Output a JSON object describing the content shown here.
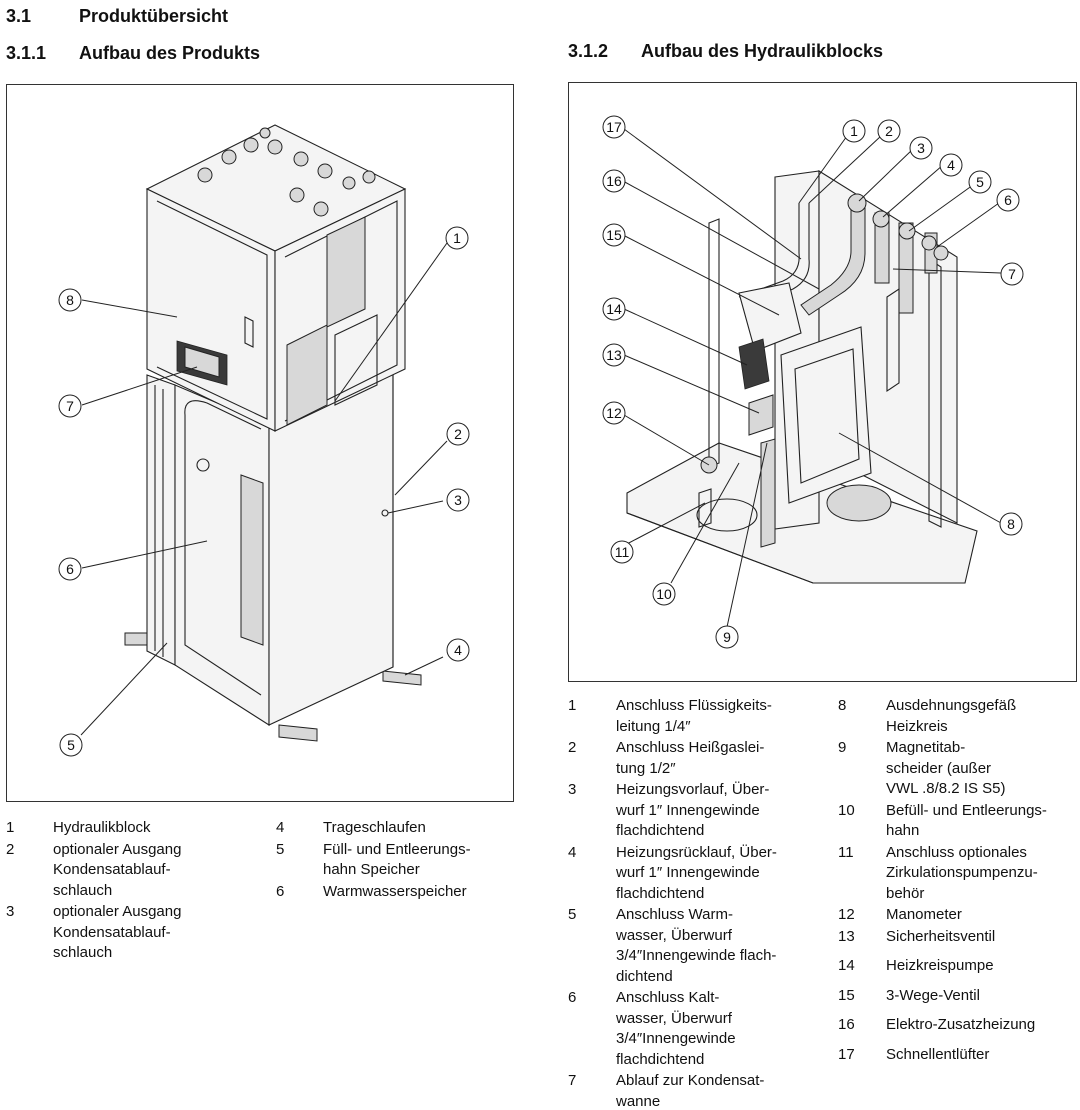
{
  "headings": {
    "h31": {
      "num": "3.1",
      "text": "Produktübersicht"
    },
    "h311": {
      "num": "3.1.1",
      "text": "Aufbau des Produkts"
    },
    "h312": {
      "num": "3.1.2",
      "text": "Aufbau des Hydraulikblocks"
    }
  },
  "figure_left": {
    "callouts": [
      "1",
      "2",
      "3",
      "4",
      "5",
      "6",
      "7",
      "8"
    ]
  },
  "figure_right": {
    "callouts": [
      "1",
      "2",
      "3",
      "4",
      "5",
      "6",
      "7",
      "8",
      "9",
      "10",
      "11",
      "12",
      "13",
      "14",
      "15",
      "16",
      "17"
    ]
  },
  "legend_left": [
    {
      "n": "1",
      "lines": [
        "Hydraulikblock"
      ]
    },
    {
      "n": "2",
      "lines": [
        "optionaler Ausgang",
        "Kondensatablauf-",
        "schlauch"
      ]
    },
    {
      "n": "3",
      "lines": [
        "optionaler Ausgang",
        "Kondensatablauf-",
        "schlauch"
      ]
    },
    {
      "n": "4",
      "lines": [
        "Trageschlaufen"
      ]
    },
    {
      "n": "5",
      "lines": [
        "Füll- und Entleerungs-",
        "hahn Speicher"
      ]
    },
    {
      "n": "6",
      "lines": [
        "Warmwasserspeicher"
      ]
    }
  ],
  "legend_right": [
    {
      "n": "1",
      "lines": [
        "Anschluss Flüssigkeits-",
        "leitung 1/4″"
      ]
    },
    {
      "n": "2",
      "lines": [
        "Anschluss Heißgaslei-",
        "tung 1/2″"
      ]
    },
    {
      "n": "3",
      "lines": [
        "Heizungsvorlauf, Über-",
        "wurf 1″ Innengewinde",
        "flachdichtend"
      ]
    },
    {
      "n": "4",
      "lines": [
        "Heizungsrücklauf, Über-",
        "wurf 1″ Innengewinde",
        "flachdichtend"
      ]
    },
    {
      "n": "5",
      "lines": [
        "Anschluss Warm-",
        "wasser, Überwurf",
        "3/4″Innengewinde flach-",
        "dichtend"
      ]
    },
    {
      "n": "6",
      "lines": [
        "Anschluss Kalt-",
        "wasser, Überwurf",
        "3/4″Innengewinde",
        "flachdichtend"
      ]
    },
    {
      "n": "7",
      "lines": [
        "Ablauf zur Kondensat-",
        "wanne"
      ]
    },
    {
      "n": "8",
      "lines": [
        "Ausdehnungsgefäß",
        "Heizkreis"
      ]
    },
    {
      "n": "9",
      "lines": [
        "Magnetitab-",
        "scheider (außer",
        "VWL .8/8.2 IS S5)"
      ]
    },
    {
      "n": "10",
      "lines": [
        "Befüll- und Entleerungs-",
        "hahn"
      ]
    },
    {
      "n": "11",
      "lines": [
        "Anschluss optionales",
        "Zirkulationspumpenzu-",
        "behör"
      ]
    },
    {
      "n": "12",
      "lines": [
        "Manometer"
      ]
    },
    {
      "n": "13",
      "lines": [
        "Sicherheitsventil"
      ]
    },
    {
      "n": "14",
      "lines": [
        "Heizkreispumpe"
      ]
    },
    {
      "n": "15",
      "lines": [
        "3-Wege-Ventil"
      ]
    },
    {
      "n": "16",
      "lines": [
        "Elektro-Zusatzheizung"
      ]
    },
    {
      "n": "17",
      "lines": [
        "Schnellentlüfter"
      ]
    }
  ]
}
